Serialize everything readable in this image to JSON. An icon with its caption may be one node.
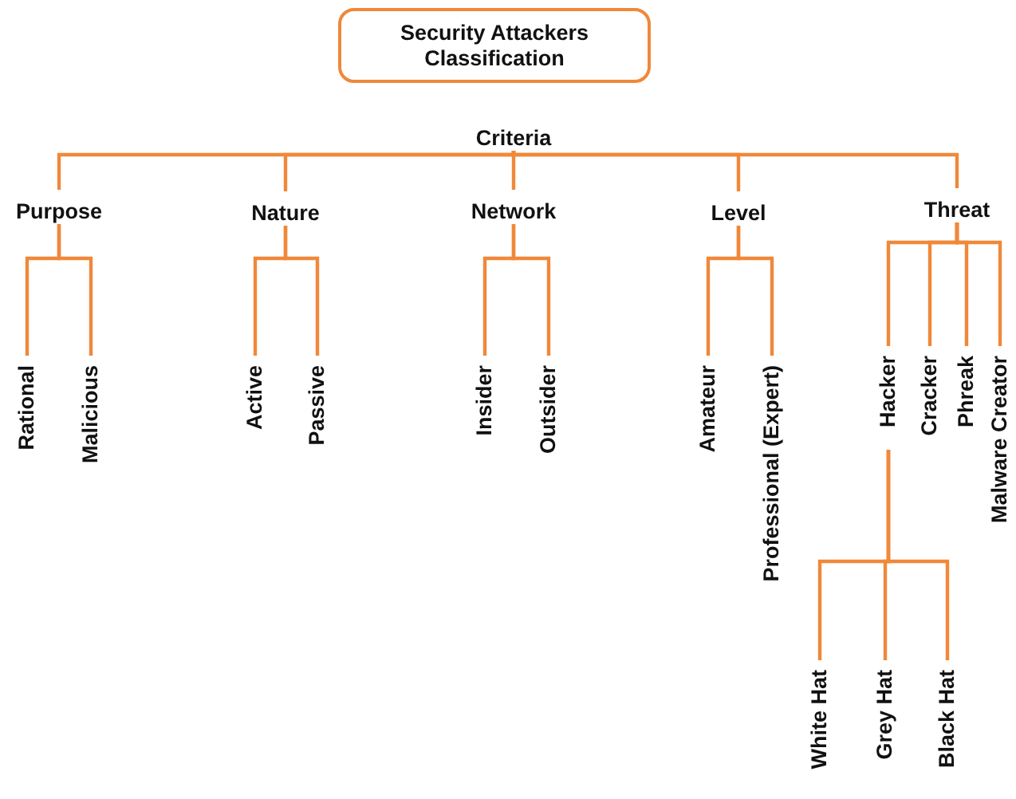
{
  "diagram": {
    "nodes": [
      {
        "text": [
          "Security Attackers Classification"
        ]
      },
      {
        "text": [
          "Criteria"
        ]
      },
      {
        "text": [
          "Purpose"
        ]
      },
      {
        "text": [
          "Nature"
        ]
      },
      {
        "text": [
          "Network"
        ]
      },
      {
        "text": [
          "Level"
        ]
      },
      {
        "text": [
          "Threat"
        ]
      },
      {
        "text": [
          "Rational"
        ]
      },
      {
        "text": [
          "Malicious"
        ]
      },
      {
        "text": [
          "Active"
        ]
      },
      {
        "text": [
          "Passive"
        ]
      },
      {
        "text": [
          "Insider"
        ]
      },
      {
        "text": [
          "Outsider"
        ]
      },
      {
        "text": [
          "Amateur"
        ]
      },
      {
        "text": [
          "Professional (Expert)"
        ]
      },
      {
        "text": [
          "Hacker"
        ]
      },
      {
        "text": [
          "Cracker"
        ]
      },
      {
        "text": [
          "Phreak"
        ]
      },
      {
        "text": [
          "Malware Creator"
        ]
      },
      {
        "text": [
          "White Hat"
        ]
      },
      {
        "text": [
          "Grey Hat"
        ]
      },
      {
        "text": [
          "Black Hat"
        ]
      }
    ],
    "edges": [
      {
        "from": 1,
        "to": 2,
        "arrow": "none"
      },
      {
        "from": 1,
        "to": 3,
        "arrow": "none"
      },
      {
        "from": 1,
        "to": 4,
        "arrow": "none"
      },
      {
        "from": 1,
        "to": 5,
        "arrow": "none"
      },
      {
        "from": 1,
        "to": 6,
        "arrow": "none"
      },
      {
        "from": 2,
        "to": 7,
        "arrow": "none"
      },
      {
        "from": 2,
        "to": 8,
        "arrow": "none"
      },
      {
        "from": 3,
        "to": 9,
        "arrow": "none"
      },
      {
        "from": 3,
        "to": 10,
        "arrow": "none"
      },
      {
        "from": 4,
        "to": 11,
        "arrow": "none"
      },
      {
        "from": 4,
        "to": 12,
        "arrow": "none"
      },
      {
        "from": 5,
        "to": 13,
        "arrow": "none"
      },
      {
        "from": 5,
        "to": 14,
        "arrow": "none"
      },
      {
        "from": 6,
        "to": 15,
        "arrow": "none"
      },
      {
        "from": 6,
        "to": 16,
        "arrow": "none"
      },
      {
        "from": 6,
        "to": 17,
        "arrow": "none"
      },
      {
        "from": 6,
        "to": 18,
        "arrow": "none"
      },
      {
        "from": 15,
        "to": 19,
        "arrow": "none"
      },
      {
        "from": 15,
        "to": 20,
        "arrow": "none"
      },
      {
        "from": 15,
        "to": 21,
        "arrow": "none"
      }
    ]
  }
}
